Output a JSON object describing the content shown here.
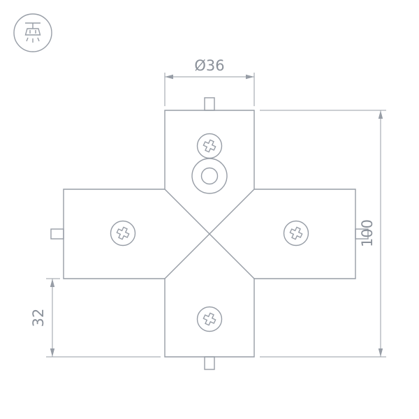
{
  "drawing": {
    "colors": {
      "line": "#979da6",
      "text": "#8b919a"
    },
    "dimensions": {
      "width_top": "Ø36",
      "total_height": "100",
      "bottom_segment": "32"
    },
    "icons": {
      "logo": "ceiling-lamp-icon",
      "screw": "phillips-screw-icon"
    }
  }
}
